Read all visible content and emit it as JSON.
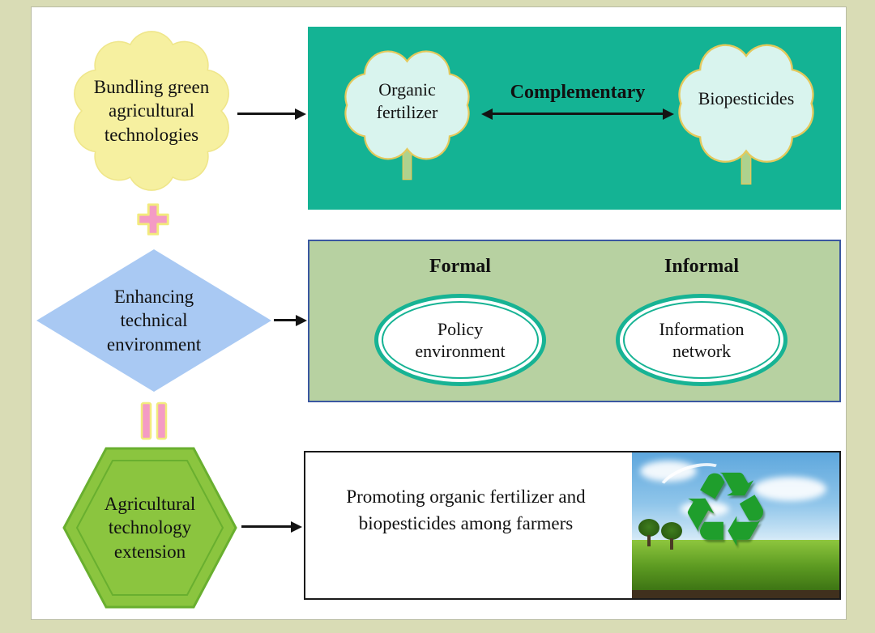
{
  "left_column": {
    "bundling_label": "Bundling green agricultural technologies",
    "enhancing_label": "Enhancing technical environment",
    "extension_label": "Agricultural technology extension"
  },
  "tech_box": {
    "organic_label": "Organic fertilizer",
    "relation_label": "Complementary",
    "biopesticides_label": "Biopesticides"
  },
  "env_box": {
    "formal_header": "Formal",
    "informal_header": "Informal",
    "formal_oval_label": "Policy environment",
    "informal_oval_label": "Information network"
  },
  "outcome_box": {
    "text": "Promoting organic fertilizer and biopesticides among farmers"
  },
  "colors": {
    "frame_background": "#d9dcb5",
    "cloud_yellow": "#f6f0a0",
    "diamond_blue": "#a9c9f3",
    "hexagon_green": "#8bc53f",
    "teal_box": "#14b394",
    "mint_cloud": "#d9f4ee",
    "env_box_green": "#b7d1a1",
    "env_box_border": "#3a57a0",
    "oval_ring_teal": "#17b394",
    "operator_pink": "#f49bc4",
    "operator_outline_yellow": "#f2ea7d"
  }
}
